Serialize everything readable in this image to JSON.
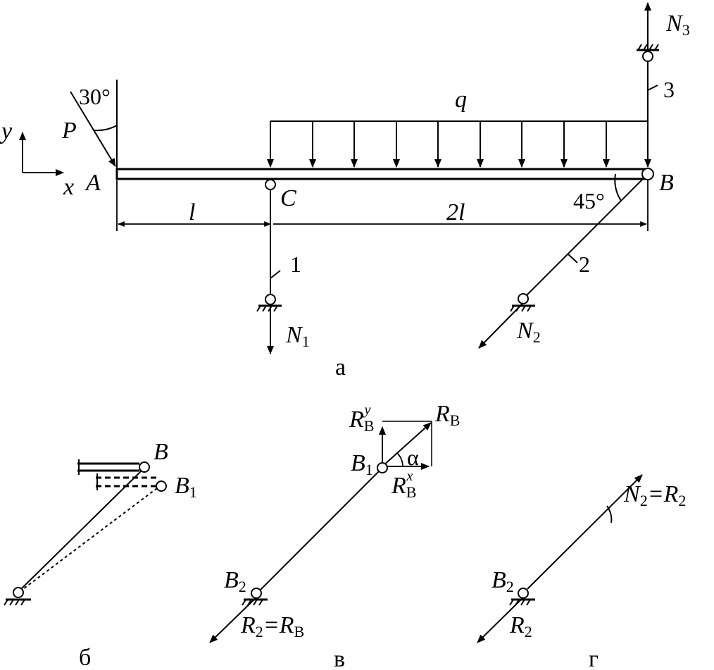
{
  "panel_a": {
    "angle_p": "30°",
    "force_p": "P",
    "load_q": "q",
    "axis_y": "y",
    "axis_x": "x",
    "point_a": "A",
    "point_b": "B",
    "point_c": "C",
    "dim_l": "l",
    "dim_2l": "2l",
    "angle_b": "45°",
    "rod_1": "1",
    "rod_2": "2",
    "rod_3": "3",
    "n1": "N",
    "n1_sub": "1",
    "n2": "N",
    "n2_sub": "2",
    "n3": "N",
    "n3_sub": "3",
    "caption": "а"
  },
  "panel_b": {
    "point_b": "B",
    "point_b1": "B",
    "point_b1_sub": "1",
    "caption": "б"
  },
  "panel_v": {
    "rb": "R",
    "rb_sub": "B",
    "rby": "R",
    "rby_sub": "B",
    "rby_sup": "y",
    "rbx": "R",
    "rbx_sub": "B",
    "rbx_sup": "x",
    "alpha": "α",
    "point_b1": "B",
    "point_b1_sub": "1",
    "point_b2": "B",
    "point_b2_sub": "2",
    "r2": "R",
    "r2_sub": "2",
    "r2_eq": "=R",
    "r2_eq_sub": "B",
    "caption": "в"
  },
  "panel_g": {
    "n2": "N",
    "n2_sub": "2",
    "n2_eq": "=R",
    "n2_eq_sub": "2",
    "point_b2": "B",
    "point_b2_sub": "2",
    "r2": "R",
    "r2_sub": "2",
    "caption": "г"
  }
}
